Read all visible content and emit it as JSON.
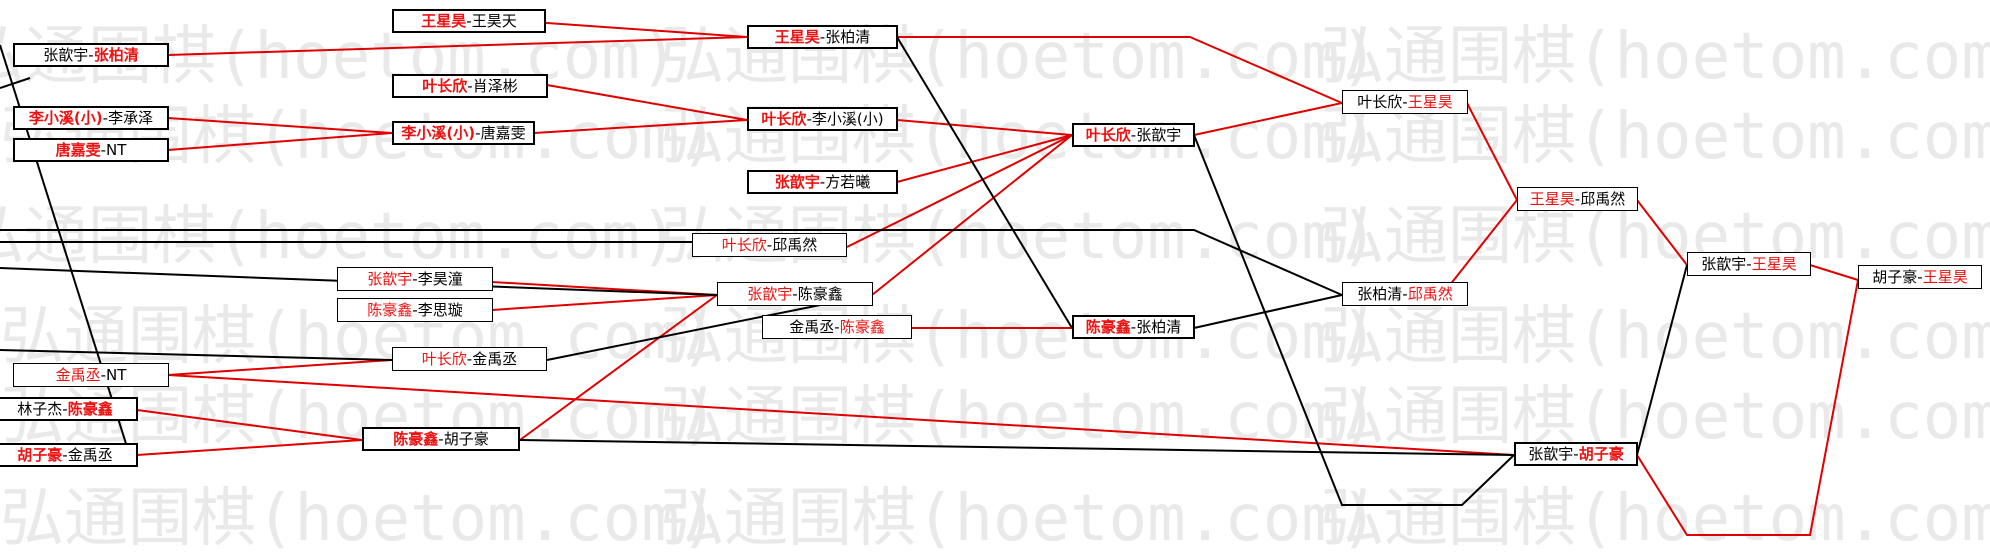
{
  "watermark": "弘通围棋(hoetom.com)",
  "colors": {
    "winner": "#ee1111",
    "loser_line": "#000000",
    "winner_line": "#e00000",
    "watermark": "#e9e9e9"
  },
  "matches": [
    {
      "id": "m_wang_wanghao",
      "players": [
        {
          "name": "王星昊",
          "win": true
        },
        {
          "name": "王昊天",
          "win": false
        }
      ],
      "bold": true
    },
    {
      "id": "m_zhang_zhangbq",
      "players": [
        {
          "name": "张歆宇",
          "win": false
        },
        {
          "name": "张柏清",
          "win": true
        }
      ],
      "bold": true
    },
    {
      "id": "m_ye_xiao",
      "players": [
        {
          "name": "叶长欣",
          "win": true
        },
        {
          "name": "肖泽彬",
          "win": false
        }
      ],
      "bold": true
    },
    {
      "id": "m_lixx_licz",
      "players": [
        {
          "name": "李小溪(小)",
          "win": true
        },
        {
          "name": "李承泽",
          "win": false
        }
      ],
      "bold": true
    },
    {
      "id": "m_tang_nt",
      "players": [
        {
          "name": "唐嘉雯",
          "win": true
        },
        {
          "name": "NT",
          "win": false
        }
      ],
      "bold": true
    },
    {
      "id": "m_lixx_tang",
      "players": [
        {
          "name": "李小溪(小)",
          "win": true
        },
        {
          "name": "唐嘉雯",
          "win": false
        }
      ],
      "bold": true
    },
    {
      "id": "m_wang_zhangbq",
      "players": [
        {
          "name": "王星昊",
          "win": true
        },
        {
          "name": "张柏清",
          "win": false
        }
      ],
      "bold": true
    },
    {
      "id": "m_ye_lixx",
      "players": [
        {
          "name": "叶长欣",
          "win": true
        },
        {
          "name": "李小溪(小)",
          "win": false
        }
      ],
      "bold": true
    },
    {
      "id": "m_zhang_fang",
      "players": [
        {
          "name": "张歆宇",
          "win": true
        },
        {
          "name": "方若曦",
          "win": false
        }
      ],
      "bold": true
    },
    {
      "id": "m_ye_qiu",
      "players": [
        {
          "name": "叶长欣",
          "win": true
        },
        {
          "name": "邱禹然",
          "win": false
        }
      ],
      "bold": false
    },
    {
      "id": "m_zhang_lihao",
      "players": [
        {
          "name": "张歆宇",
          "win": true
        },
        {
          "name": "李昊潼",
          "win": false
        }
      ],
      "bold": false
    },
    {
      "id": "m_chen_lisi",
      "players": [
        {
          "name": "陈豪鑫",
          "win": true
        },
        {
          "name": "李思璇",
          "win": false
        }
      ],
      "bold": false
    },
    {
      "id": "m_zhang_chen",
      "players": [
        {
          "name": "张歆宇",
          "win": true
        },
        {
          "name": "陈豪鑫",
          "win": false
        }
      ],
      "bold": false
    },
    {
      "id": "m_jin_chen",
      "players": [
        {
          "name": "金禹丞",
          "win": false
        },
        {
          "name": "陈豪鑫",
          "win": true
        }
      ],
      "bold": false
    },
    {
      "id": "m_ye_jin",
      "players": [
        {
          "name": "叶长欣",
          "win": true
        },
        {
          "name": "金禹丞",
          "win": false
        }
      ],
      "bold": false
    },
    {
      "id": "m_jin_nt",
      "players": [
        {
          "name": "金禹丞",
          "win": true
        },
        {
          "name": "NT",
          "win": false
        }
      ],
      "bold": false
    },
    {
      "id": "m_lin_chen",
      "players": [
        {
          "name": "林子杰",
          "win": false
        },
        {
          "name": "陈豪鑫",
          "win": true
        }
      ],
      "bold": true
    },
    {
      "id": "m_hu_jin",
      "players": [
        {
          "name": "胡子豪",
          "win": true
        },
        {
          "name": "金禹丞",
          "win": false
        }
      ],
      "bold": true
    },
    {
      "id": "m_chen_hu",
      "players": [
        {
          "name": "陈豪鑫",
          "win": true
        },
        {
          "name": "胡子豪",
          "win": false
        }
      ],
      "bold": true
    },
    {
      "id": "m_ye_zhang",
      "players": [
        {
          "name": "叶长欣",
          "win": true
        },
        {
          "name": "张歆宇",
          "win": false
        }
      ],
      "bold": true
    },
    {
      "id": "m_chen_zhangbq",
      "players": [
        {
          "name": "陈豪鑫",
          "win": true
        },
        {
          "name": "张柏清",
          "win": false
        }
      ],
      "bold": true
    },
    {
      "id": "m_ye_wang",
      "players": [
        {
          "name": "叶长欣",
          "win": false
        },
        {
          "name": "王星昊",
          "win": true
        }
      ],
      "bold": false
    },
    {
      "id": "m_wang_qiu",
      "players": [
        {
          "name": "王星昊",
          "win": true
        },
        {
          "name": "邱禹然",
          "win": false
        }
      ],
      "bold": false
    },
    {
      "id": "m_zhangbq_qiu",
      "players": [
        {
          "name": "张柏清",
          "win": false
        },
        {
          "name": "邱禹然",
          "win": true
        }
      ],
      "bold": false
    },
    {
      "id": "m_zhang_wang",
      "players": [
        {
          "name": "张歆宇",
          "win": false
        },
        {
          "name": "王星昊",
          "win": true
        }
      ],
      "bold": false
    },
    {
      "id": "m_zhang_hu",
      "players": [
        {
          "name": "张歆宇",
          "win": false
        },
        {
          "name": "胡子豪",
          "win": true
        }
      ],
      "bold": true
    },
    {
      "id": "m_hu_wang",
      "players": [
        {
          "name": "胡子豪",
          "win": false
        },
        {
          "name": "王星昊",
          "win": true
        }
      ],
      "bold": false
    }
  ]
}
